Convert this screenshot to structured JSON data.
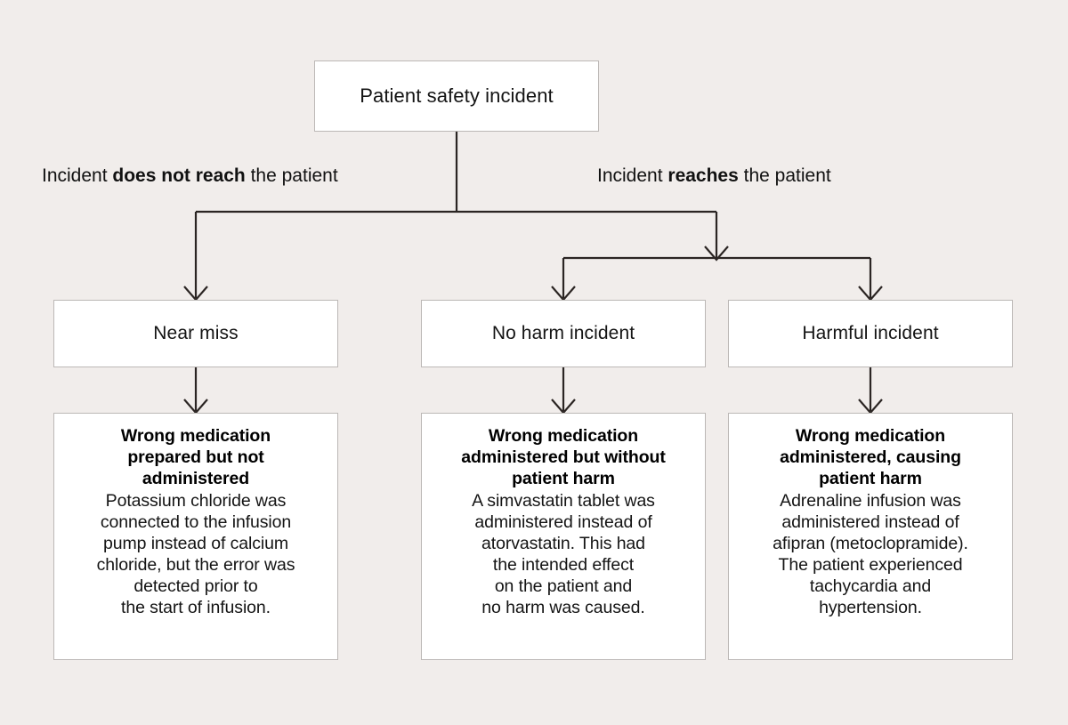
{
  "page": {
    "background_color": "#F1EDEB",
    "box_fill_color": "#FFFFFF",
    "box_border_color": "#BCB8B6",
    "connector_color": "#2B2523",
    "text_color": "#111111"
  },
  "root": {
    "label": "Patient safety incident"
  },
  "branch_labels": {
    "left": {
      "prefix": "Incident ",
      "emphasis": "does not reach",
      "suffix": " the patient"
    },
    "right": {
      "prefix": "Incident ",
      "emphasis": "reaches",
      "suffix": " the patient"
    }
  },
  "categories": [
    {
      "label": "Near miss"
    },
    {
      "label": "No harm incident"
    },
    {
      "label": "Harmful incident"
    }
  ],
  "examples": [
    {
      "title": "Wrong medication\nprepared but not\nadministered",
      "body": "Potassium chloride was\nconnected to the infusion\npump instead of calcium\nchloride, but the error was\ndetected prior to\nthe start of infusion."
    },
    {
      "title": "Wrong medication\nadministered but without\npatient harm",
      "body": "A simvastatin tablet was\nadministered instead of\natorvastatin. This had\nthe intended effect\non the patient and\nno harm was caused."
    },
    {
      "title": "Wrong medication\nadministered, causing\npatient harm",
      "body": "Adrenaline infusion was\nadministered instead of\nafipran (metoclopramide).\nThe patient experienced\ntachycardia and\nhypertension."
    }
  ]
}
